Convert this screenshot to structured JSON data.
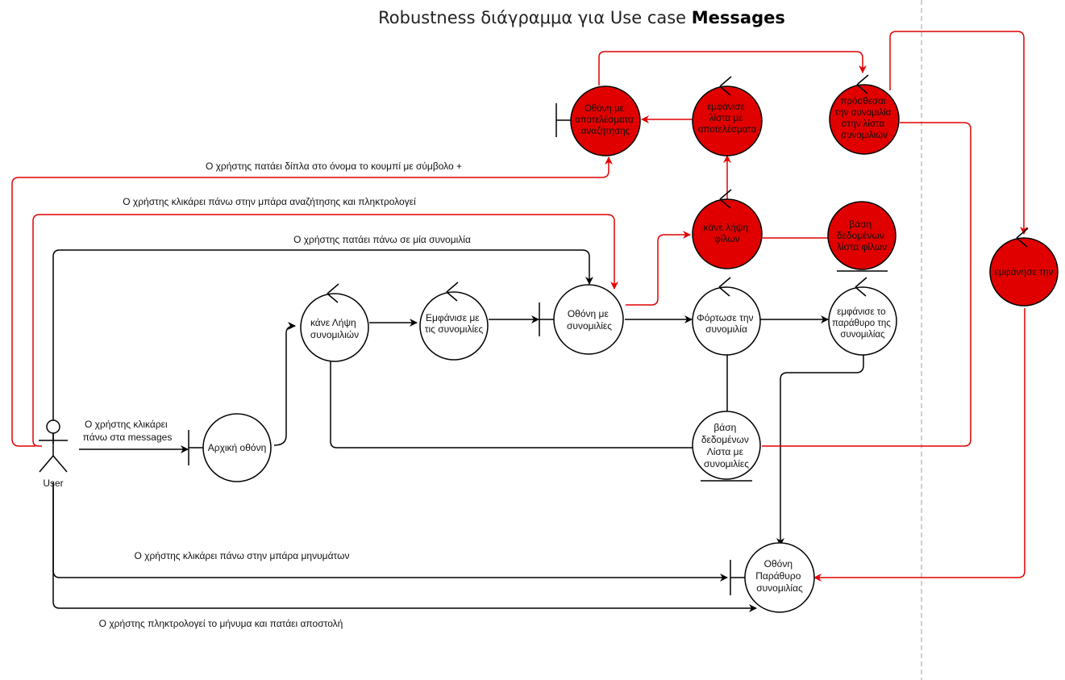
{
  "title": {
    "prefix": "Robustness διάγραμμα για Use case ",
    "bold": "Messages"
  },
  "actor": {
    "label": "User"
  },
  "nodes": {
    "home_screen": [
      "Αρχική οθόνη"
    ],
    "get_conversations": [
      "κάνε Λήψη",
      "συνομιλιών"
    ],
    "show_conversations": [
      "Εμφάνισε με",
      "τις συνομιλίες"
    ],
    "conversations_screen": [
      "Οθόνη με",
      "συνομιλίες"
    ],
    "load_conversation": [
      "Φόρτωσε την",
      "συνομιλία"
    ],
    "show_conversation_window": [
      "εμφάνισε το",
      "παράθυρο της",
      "συνομιλίας"
    ],
    "db_conversations": [
      "βάση",
      "δεδομένων",
      "Λίστα με",
      "συνομιλίες"
    ],
    "chat_window_screen": [
      "Οθόνη",
      "Παράθυρο",
      "συνομιλίας"
    ],
    "get_friends": [
      "κάνε λήψη",
      "φίλων"
    ],
    "db_friends": [
      "βάση",
      "δεδομένων",
      "λίστα φίλων"
    ],
    "show_results_list": [
      "εμφάνισε",
      "λίστα με",
      "αποτελέσματα"
    ],
    "results_screen": [
      "Οθόνη με",
      "αποτελέσματα",
      "αναζήτησης"
    ],
    "add_conversation": [
      "πρόσθεσαι",
      "την συνομιλία",
      "στην λίστα",
      "συνομιλιών"
    ],
    "show_it": [
      "εμφάνησε την"
    ]
  },
  "edge_labels": {
    "click_messages": [
      "Ο χρήστης κλικάρει",
      "πάνω στα messages"
    ],
    "click_plus": "Ο χρήστης πατάει δίπλα στο όνομα το κουμπί με σύμβολο +",
    "click_search": "Ο χρήστης κλικάρει πάνω στην μπάρα αναζήτησης και πληκτρολογεί",
    "click_conversation": "Ο χρήστης πατάει πάνω σε μία συνομιλία",
    "click_message_bar": "Ο χρήστης κλικάρει πάνω στην μπάρα μηνυμάτων",
    "type_send": "Ο χρήστης πληκτρολογεί το μήνυμα και πατάει αποστολή"
  },
  "colors": {
    "normal_stroke": "#000000",
    "highlight_fill": "#e00000",
    "highlight_stroke": "#e00000",
    "separator": "#b0b0b0"
  }
}
